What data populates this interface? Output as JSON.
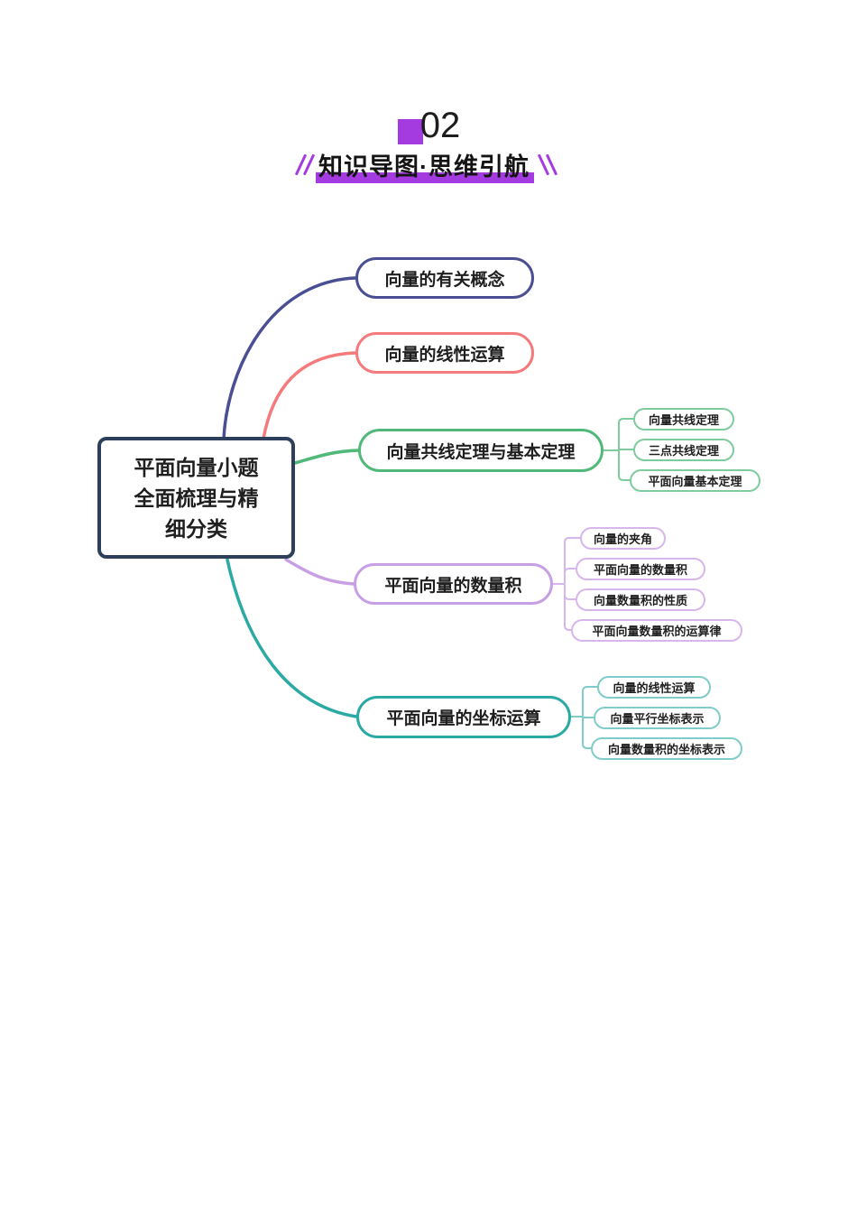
{
  "header": {
    "number": "02",
    "title": "知识导图·思维引航",
    "accent_color": "#a33be0"
  },
  "mindmap": {
    "root": {
      "label": "平面向量小题全面梳理与精细分类",
      "lines": [
        "平面向量小题",
        "全面梳理与精",
        "细分类"
      ],
      "border_color": "#2d3f5a"
    },
    "branches": [
      {
        "label": "向量的有关概念",
        "color": "#4a4f94",
        "children": []
      },
      {
        "label": "向量的线性运算",
        "color": "#f47a7c",
        "children": []
      },
      {
        "label": "向量共线定理与基本定理",
        "color": "#50b97a",
        "child_color": "#7ecb9d",
        "children": [
          "向量共线定理",
          "三点共线定理",
          "平面向量基本定理"
        ]
      },
      {
        "label": "平面向量的数量积",
        "color": "#c89fe3",
        "child_color": "#d7b6ec",
        "children": [
          "向量的夹角",
          "平面向量的数量积",
          "向量数量积的性质",
          "平面向量数量积的运算律"
        ]
      },
      {
        "label": "平面向量的坐标运算",
        "color": "#2baaa4",
        "child_color": "#7fccc9",
        "children": [
          "向量的线性运算",
          "向量平行坐标表示",
          "向量数量积的坐标表示"
        ]
      }
    ]
  }
}
